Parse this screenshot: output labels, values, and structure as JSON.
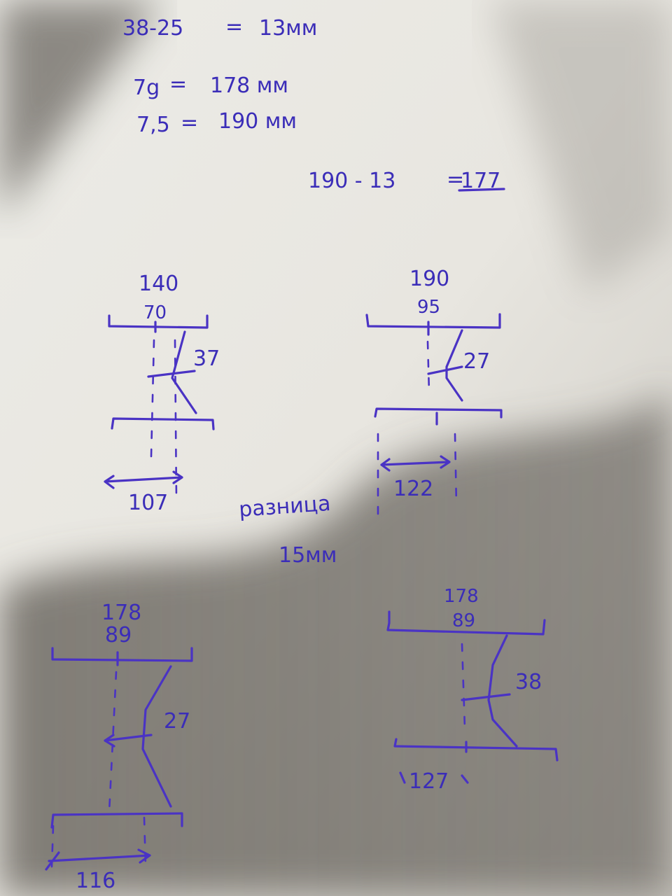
{
  "calc": {
    "line1_left": "38-25",
    "line1_eq": "=",
    "line1_right": "13мм",
    "line2_left": "7g",
    "line2_eq": "=",
    "line2_right": "178 мм",
    "line3_left": "7,5",
    "line3_eq": "=",
    "line3_right": "190 мм",
    "line4_left": "190 - 13",
    "line4_eq": "=",
    "line4_right": "177"
  },
  "diagrams": {
    "d1": {
      "width": "140",
      "half": "70",
      "offset": "37",
      "span": "107"
    },
    "d2": {
      "width": "190",
      "half": "95",
      "offset": "27",
      "span": "122"
    },
    "d3": {
      "width": "178",
      "half": "89",
      "offset": "27",
      "span": "116"
    },
    "d4": {
      "width": "178",
      "half": "89",
      "offset": "38",
      "span": "127"
    }
  },
  "note": {
    "label": "разница",
    "value": "15мм"
  }
}
